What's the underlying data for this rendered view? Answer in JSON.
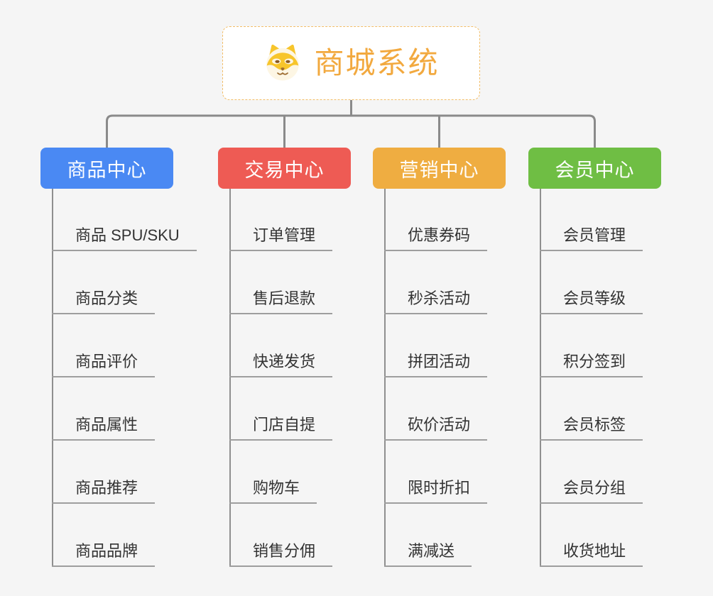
{
  "root": {
    "title": "商城系统",
    "icon": "doge-icon",
    "title_color": "#f2a93f",
    "border_color": "#f2bd67"
  },
  "style": {
    "background": "#f5f5f5",
    "connector_color": "#8a8a8a",
    "leaf_line_color": "#9e9e9e",
    "leaf_text_color": "#333333"
  },
  "branches": [
    {
      "label": "商品中心",
      "color": "#4a89f3",
      "children": [
        "商品 SPU/SKU",
        "商品分类",
        "商品评价",
        "商品属性",
        "商品推荐",
        "商品品牌"
      ]
    },
    {
      "label": "交易中心",
      "color": "#ee5b54",
      "children": [
        "订单管理",
        "售后退款",
        "快递发货",
        "门店自提",
        "购物车",
        "销售分佣"
      ]
    },
    {
      "label": "营销中心",
      "color": "#efad41",
      "children": [
        "优惠券码",
        "秒杀活动",
        "拼团活动",
        "砍价活动",
        "限时折扣",
        "满减送"
      ]
    },
    {
      "label": "会员中心",
      "color": "#6fbe44",
      "children": [
        "会员管理",
        "会员等级",
        "积分签到",
        "会员标签",
        "会员分组",
        "收货地址"
      ]
    }
  ]
}
